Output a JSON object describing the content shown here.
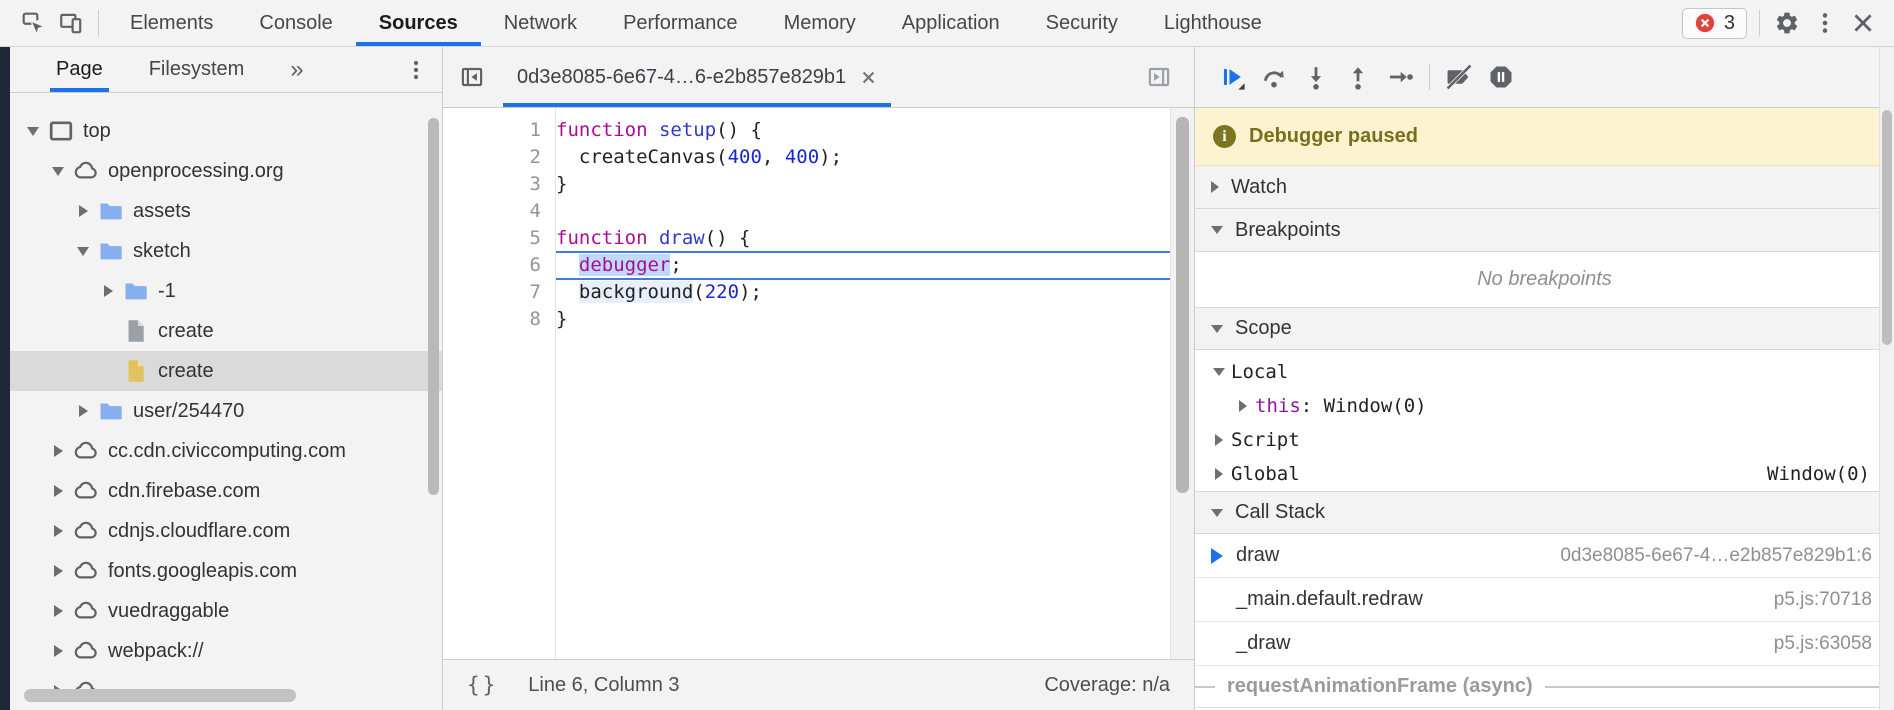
{
  "topbar": {
    "tabs": [
      "Elements",
      "Console",
      "Sources",
      "Network",
      "Performance",
      "Memory",
      "Application",
      "Security",
      "Lighthouse"
    ],
    "selected_tab": "Sources",
    "error_count": "3"
  },
  "sidebar": {
    "tabs": [
      "Page",
      "Filesystem"
    ],
    "more_symbol": "»",
    "tree": [
      {
        "label": "top",
        "icon": "frame",
        "depth": 0,
        "expander": "open"
      },
      {
        "label": "openprocessing.org",
        "icon": "cloud",
        "depth": 1,
        "expander": "open"
      },
      {
        "label": "assets",
        "icon": "folder",
        "depth": 2,
        "expander": "closed"
      },
      {
        "label": "sketch",
        "icon": "folder",
        "depth": 2,
        "expander": "open"
      },
      {
        "label": "-1",
        "icon": "folder",
        "depth": 3,
        "expander": "closed"
      },
      {
        "label": "create",
        "icon": "file-gray",
        "depth": 3,
        "expander": "none"
      },
      {
        "label": "create",
        "icon": "file-yellow",
        "depth": 3,
        "expander": "none",
        "selected": true
      },
      {
        "label": "user/254470",
        "icon": "folder",
        "depth": 2,
        "expander": "closed"
      },
      {
        "label": "cc.cdn.civiccomputing.com",
        "icon": "cloud",
        "depth": 1,
        "expander": "closed"
      },
      {
        "label": "cdn.firebase.com",
        "icon": "cloud",
        "depth": 1,
        "expander": "closed"
      },
      {
        "label": "cdnjs.cloudflare.com",
        "icon": "cloud",
        "depth": 1,
        "expander": "closed"
      },
      {
        "label": "fonts.googleapis.com",
        "icon": "cloud",
        "depth": 1,
        "expander": "closed"
      },
      {
        "label": "vuedraggable",
        "icon": "cloud",
        "depth": 1,
        "expander": "closed"
      },
      {
        "label": "webpack://",
        "icon": "cloud",
        "depth": 1,
        "expander": "closed"
      },
      {
        "label": "",
        "icon": "cloud",
        "depth": 1,
        "expander": "closed"
      }
    ]
  },
  "editor": {
    "tab_title": "0d3e8085-6e67-4…6-e2b857e829b1",
    "lines": [
      {
        "n": 1,
        "tokens": [
          [
            "kw",
            "function"
          ],
          [
            "pl",
            " "
          ],
          [
            "def",
            "setup"
          ],
          [
            "pl",
            "() {"
          ]
        ]
      },
      {
        "n": 2,
        "tokens": [
          [
            "pl",
            "  createCanvas("
          ],
          [
            "num",
            "400"
          ],
          [
            "pl",
            ", "
          ],
          [
            "num",
            "400"
          ],
          [
            "pl",
            ");"
          ]
        ]
      },
      {
        "n": 3,
        "tokens": [
          [
            "pl",
            "}"
          ]
        ]
      },
      {
        "n": 4,
        "tokens": []
      },
      {
        "n": 5,
        "tokens": [
          [
            "kw",
            "function"
          ],
          [
            "pl",
            " "
          ],
          [
            "def",
            "draw"
          ],
          [
            "pl",
            "() {"
          ]
        ]
      },
      {
        "n": 6,
        "exec": true,
        "tokens": [
          [
            "pl",
            "  "
          ],
          [
            "kw exec",
            "debugger"
          ],
          [
            "pl",
            ";"
          ]
        ]
      },
      {
        "n": 7,
        "tokens": [
          [
            "pl",
            "  "
          ],
          [
            "pl faint",
            "background"
          ],
          [
            "pl",
            "("
          ],
          [
            "num",
            "220"
          ],
          [
            "pl",
            ");"
          ]
        ]
      },
      {
        "n": 8,
        "tokens": [
          [
            "pl",
            "}"
          ]
        ]
      }
    ],
    "status": {
      "pretty_print": "{}",
      "position": "Line 6, Column 3",
      "coverage": "Coverage: n/a"
    }
  },
  "debugger_panel": {
    "paused_message": "Debugger paused",
    "watch_label": "Watch",
    "breakpoints_label": "Breakpoints",
    "no_breakpoints_text": "No breakpoints",
    "scope_label": "Scope",
    "call_stack_label": "Call Stack",
    "scope_rows": [
      {
        "expander": "open",
        "indent": 0,
        "parts": [
          [
            "pl",
            "Local"
          ]
        ]
      },
      {
        "expander": "closed",
        "indent": 1,
        "parts": [
          [
            "prop",
            "this"
          ],
          [
            "pl",
            ": Window(0)"
          ]
        ]
      },
      {
        "expander": "closed",
        "indent": 0,
        "parts": [
          [
            "pl",
            "Script"
          ]
        ]
      },
      {
        "expander": "closed",
        "indent": 0,
        "parts": [
          [
            "pl",
            "Global"
          ]
        ],
        "right": "Window(0)"
      }
    ],
    "call_stack": [
      {
        "fn": "draw",
        "loc": "0d3e8085-6e67-4…e2b857e829b1:6",
        "active": true
      },
      {
        "fn": "_main.default.redraw",
        "loc": "p5.js:70718"
      },
      {
        "fn": "_draw",
        "loc": "p5.js:63058"
      },
      {
        "fn": "requestAnimationFrame (async)",
        "async": true
      }
    ]
  },
  "colors": {
    "accent_blue": "#1a73e8",
    "exec_line_border": "#3f7de0",
    "token_highlight": "#c1d9f9",
    "faint_highlight": "#e9eefb",
    "keyword_purple": "#aa0d91",
    "def_blue": "#2e3bc2",
    "number_blue": "#1a27cf",
    "prop_purple": "#9016a8",
    "code_text": "#222222",
    "banner_bg": "#fcf3d1",
    "banner_text": "#7a6e1b",
    "icon_gray": "#5f6368",
    "folder_blue": "#85aff0",
    "file_yellow": "#e2c25d",
    "selection_gray": "#dadada",
    "panel_bg": "#f3f3f3",
    "error_red": "#e0443a",
    "dark_strip": "#1d2936"
  }
}
